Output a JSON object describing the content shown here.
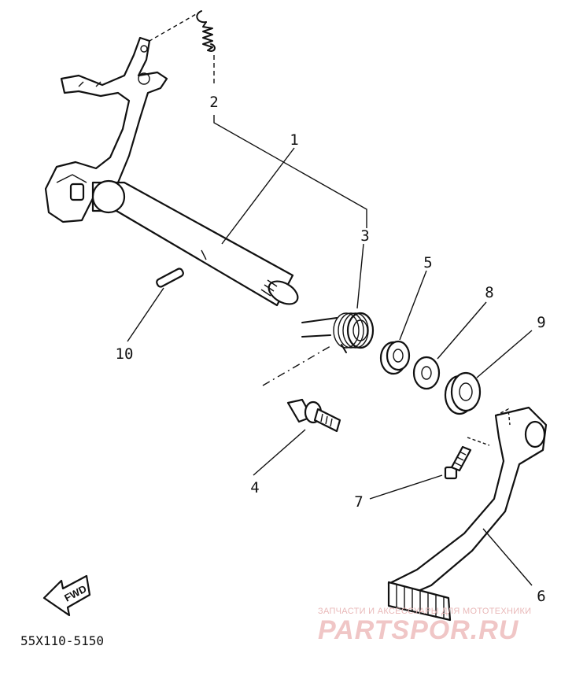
{
  "diagram_code": "55X110-5150",
  "callouts": {
    "p1": "1",
    "p2": "2",
    "p3": "3",
    "p4": "4",
    "p5": "5",
    "p6": "6",
    "p7": "7",
    "p8": "8",
    "p9": "9",
    "p10": "10"
  },
  "direction_arrow": "FWD",
  "watermark": {
    "tagline": "ЗАПЧАСТИ И АКСЕССУАРЫ ДЛЯ МОТОТЕХНИКИ",
    "brand": "PARTSPOR.RU"
  }
}
